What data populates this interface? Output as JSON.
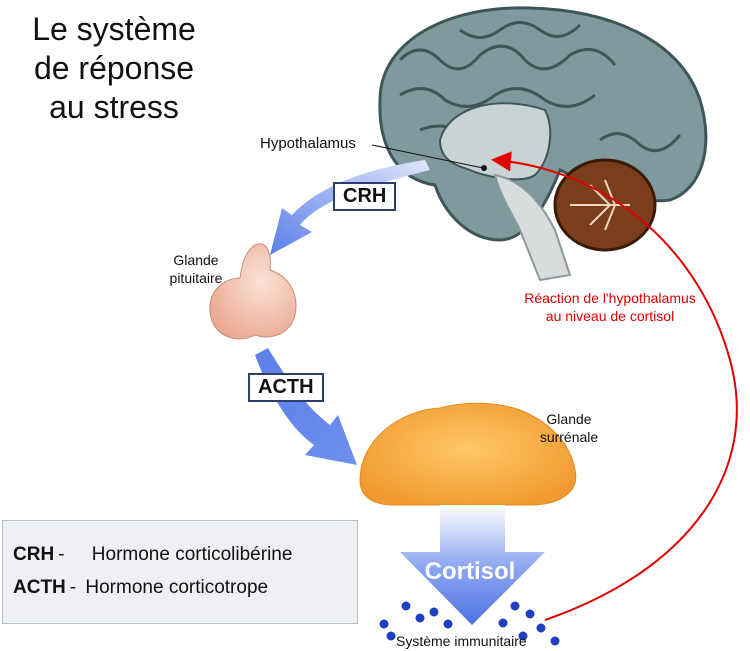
{
  "title_lines": [
    "Le système",
    "de réponse",
    "au stress"
  ],
  "labels": {
    "hypothalamus": "Hypothalamus",
    "pituitary": [
      "Glande",
      "pituitaire"
    ],
    "adrenal": [
      "Glande",
      "surrénale"
    ],
    "feedback": [
      "Réaction de l'hypothalamus",
      "au niveau de cortisol"
    ],
    "immune": "Système immunitaire"
  },
  "hormones": {
    "crh": "CRH",
    "acth": "ACTH",
    "cortisol": "Cortisol"
  },
  "legend": [
    {
      "abbr": "CRH",
      "sep": "-",
      "text": "Hormone corticolibérine"
    },
    {
      "abbr": "ACTH",
      "sep": "-",
      "text": "Hormone corticotrope"
    }
  ],
  "colors": {
    "arrow_blue": "#5b7fe8",
    "feedback_red": "#e00000",
    "brain": "#7f9a9c",
    "cerebellum": "#7a3e1c",
    "adrenal": "#f3a948",
    "pituitary": "#f2c4b0",
    "immune_dots": "#1f3fbf"
  }
}
